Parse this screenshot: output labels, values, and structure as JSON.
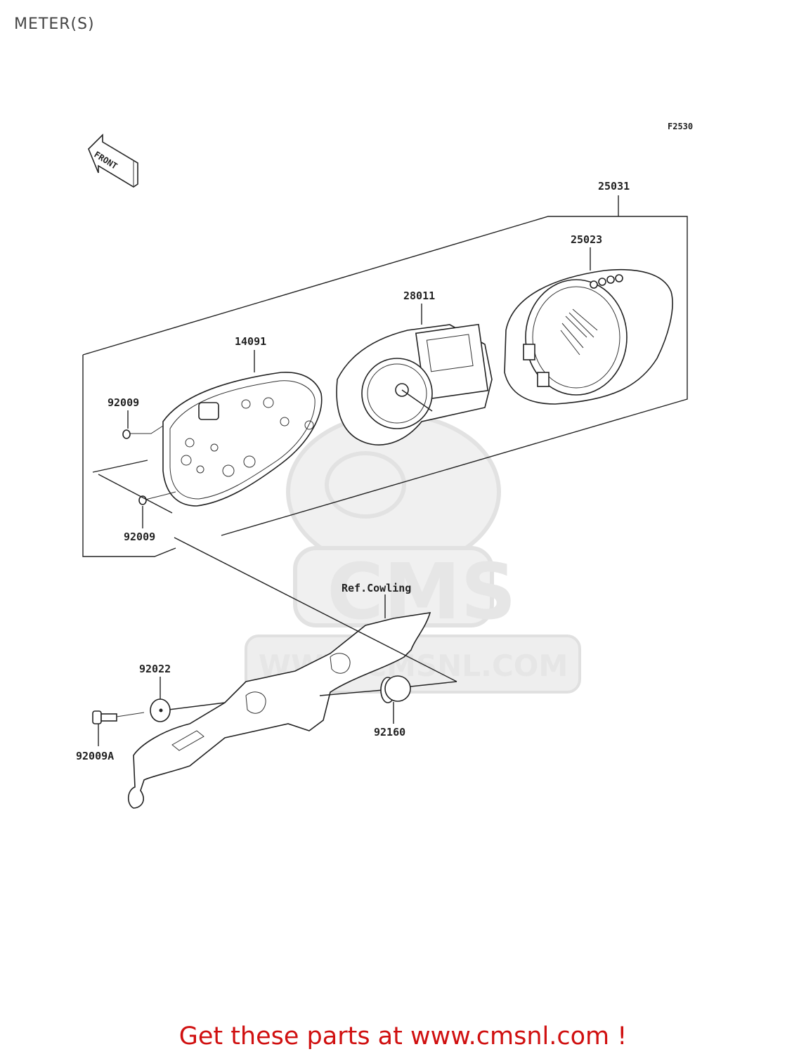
{
  "title": "METER(S)",
  "figure_code": "F2530",
  "front_label": "FRONT",
  "watermark": {
    "brand": "CMS",
    "url": "WWW.CMSNL.COM"
  },
  "parts": [
    {
      "number": "25031"
    },
    {
      "number": "25023"
    },
    {
      "number": "28011"
    },
    {
      "number": "14091"
    },
    {
      "number": "92009"
    },
    {
      "number": "92009"
    },
    {
      "number": "92022"
    },
    {
      "number": "92009A"
    },
    {
      "number": "92160"
    }
  ],
  "reference_label": "Ref.Cowling",
  "footer_text": "Get these parts at www.cmsnl.com !"
}
